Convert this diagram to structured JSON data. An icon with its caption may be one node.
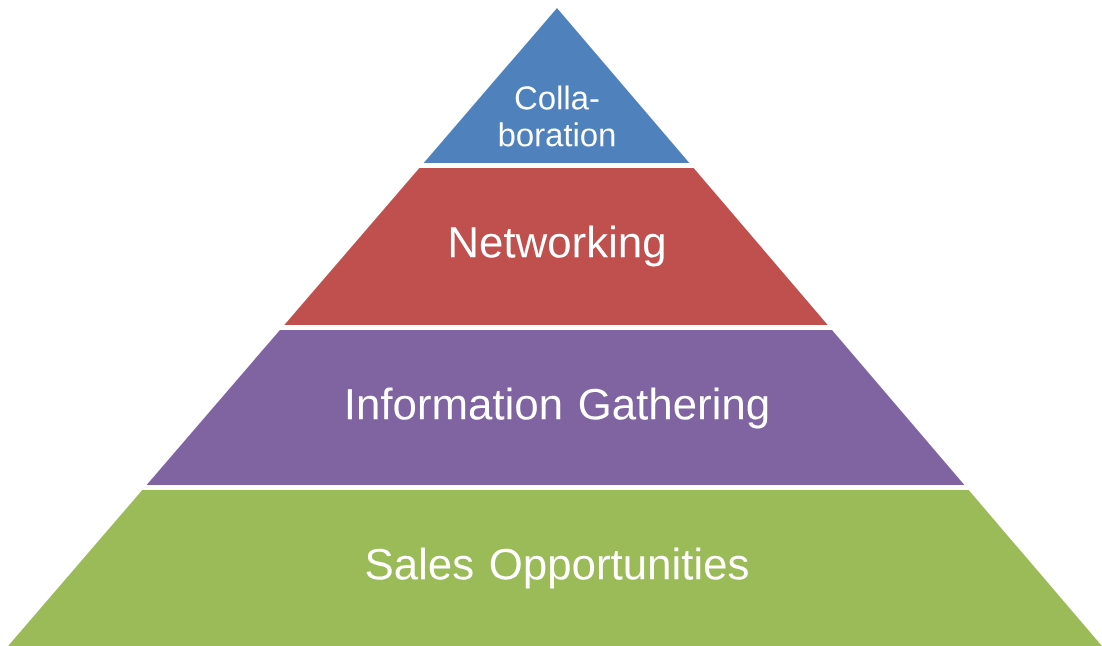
{
  "diagram": {
    "nodes": [
      {
        "text": [
          "Colla- boration"
        ]
      },
      {
        "text": [
          "Networking"
        ]
      },
      {
        "text": [
          "Information Gathering"
        ]
      },
      {
        "text": [
          "Sales Opportunities"
        ]
      }
    ]
  }
}
